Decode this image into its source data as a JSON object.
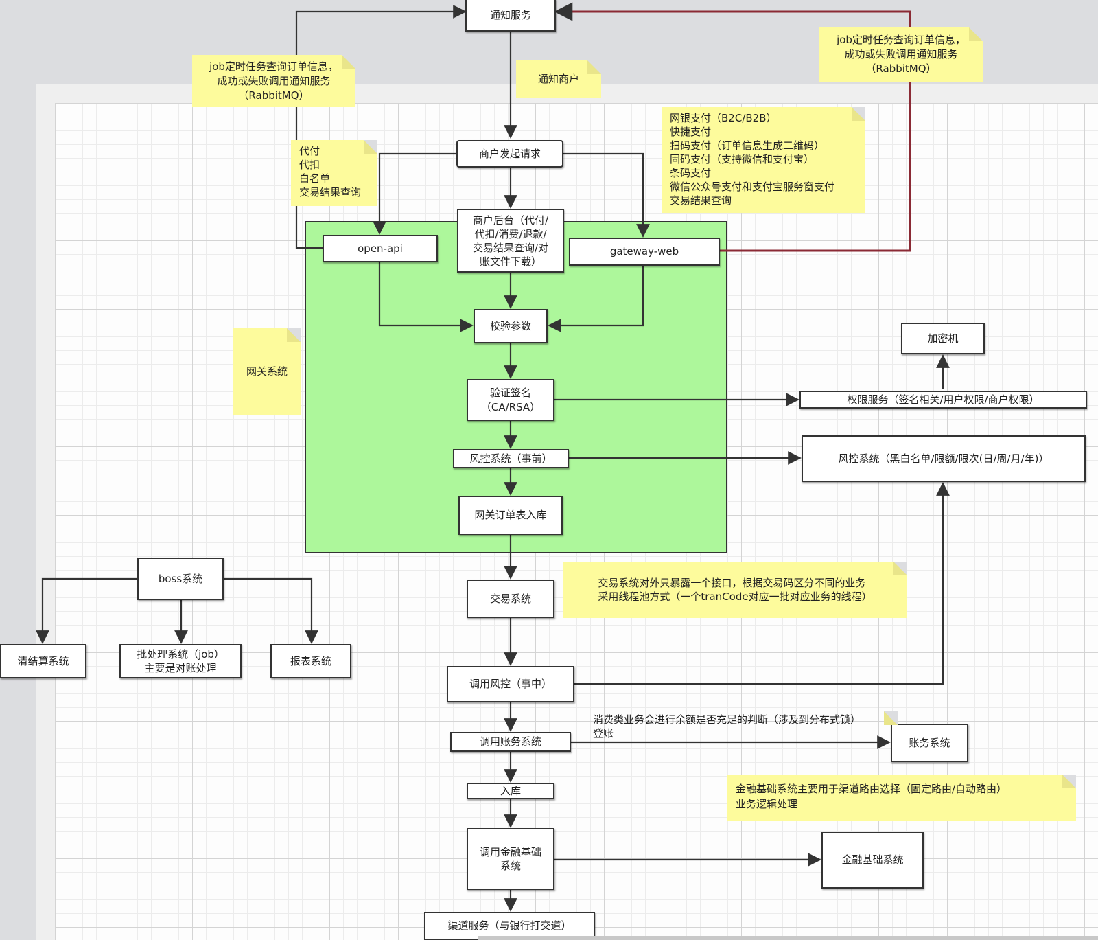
{
  "boxes": {
    "notify_service": "通知服务",
    "merchant_request": "商户发起请求",
    "merchant_backend": "商户后台（代付/\n代扣/消费/退款/\n交易结果查询/对\n账文件下载）",
    "open_api": "open-api",
    "gateway_web": "gateway-web",
    "validate_params": "校验参数",
    "verify_signature": "验证签名\n（CA/RSA）",
    "risk_pre": "风控系统（事前）",
    "gateway_order_store": "网关订单表入库",
    "trade_system": "交易系统",
    "call_risk_mid": "调用风控（事中）",
    "call_accounting": "调用账务系统",
    "store": "入库",
    "call_finance_base": "调用金融基础\n系统",
    "channel_service": "渠道服务（与银行打交道）",
    "encryptor": "加密机",
    "permission_service": "权限服务（签名相关/用户权限/商户权限）",
    "risk_system": "风控系统（黑白名单/限额/限次(日/周/月/年)）",
    "accounting_system": "账务系统",
    "finance_base_system": "金融基础系统",
    "boss_system": "boss系统",
    "clearing_system": "清结算系统",
    "batch_system": "批处理系统（job）\n主要是对账处理",
    "report_system": "报表系统"
  },
  "notes": {
    "job_left": "job定时任务查询订单信息，\n成功或失败调用通知服务\n（RabbitMQ）",
    "job_right": "job定时任务查询订单信息，\n成功或失败调用通知服务\n（RabbitMQ）",
    "notify_merchant": "通知商户",
    "openapi_functions": "代付\n代扣\n白名单\n交易结果查询",
    "gateway_functions": "网银支付（B2C/B2B）\n快捷支付\n扫码支付（订单信息生成二维码）\n固码支付（支持微信和支付宝）\n条码支付\n微信公众号支付和支付宝服务窗支付\n交易结果查询",
    "gateway_system": "网关系统",
    "trade_desc": "交易系统对外只暴露一个接口，根据交易码区分不同的业务\n采用线程池方式（一个tranCode对应一批对应业务的线程）",
    "accounting_desc": "消费类业务会进行余额是否充足的判断（涉及到分布式锁）\n登账",
    "finance_desc": "金融基础系统主要用于渠道路由选择（固定路由/自动路由）\n业务逻辑处理"
  },
  "colors": {
    "gateway_zone": "#adf79b",
    "note": "#fdfb9c",
    "edge": "#333333",
    "highlight_edge": "#8b2a35"
  }
}
